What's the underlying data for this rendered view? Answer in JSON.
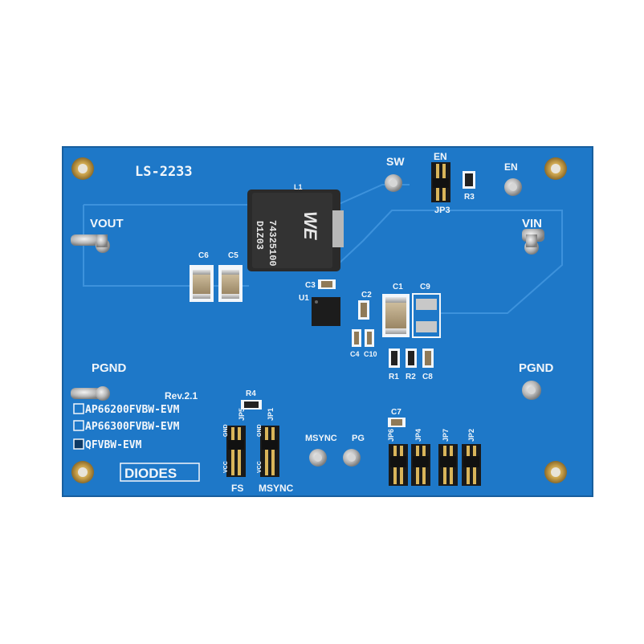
{
  "board": {
    "pcb_color": "#1e78c8",
    "labels": {
      "ls": "LS-2233",
      "vout": "VOUT",
      "vin": "VIN",
      "pgnd_left": "PGND",
      "pgnd_right": "PGND",
      "sw": "SW",
      "en_top": "EN",
      "en_right": "EN",
      "jp3": "JP3",
      "r3": "R3",
      "l1": "L1",
      "c6": "C6",
      "c5": "C5",
      "c3": "C3",
      "u1": "U1",
      "c2": "C2",
      "c1": "C1",
      "c9": "C9",
      "c4": "C4",
      "c10": "C10",
      "r1": "R1",
      "r2": "R2",
      "c8": "C8",
      "rev": "Rev.2.1",
      "r4": "R4",
      "jp5": "JP5",
      "jp1": "JP1",
      "gnd1": "GND",
      "gnd2": "GND",
      "vcc1": "VCC",
      "vcc2": "VCC",
      "fs": "FS",
      "msync_bottom": "MSYNC",
      "msync_top": "MSYNC",
      "pg": "PG",
      "c7": "C7",
      "jp6": "JP6",
      "jp4": "JP4",
      "jp7": "JP7",
      "jp2": "JP2",
      "variant1": "AP66200FVBW-EVM",
      "variant2": "AP66300FVBW-EVM",
      "variant3": "QFVBW-EVM",
      "logo": "DIODES"
    },
    "inductor": {
      "brand": "WE",
      "part": "74325100",
      "code": "D1Z03"
    }
  }
}
